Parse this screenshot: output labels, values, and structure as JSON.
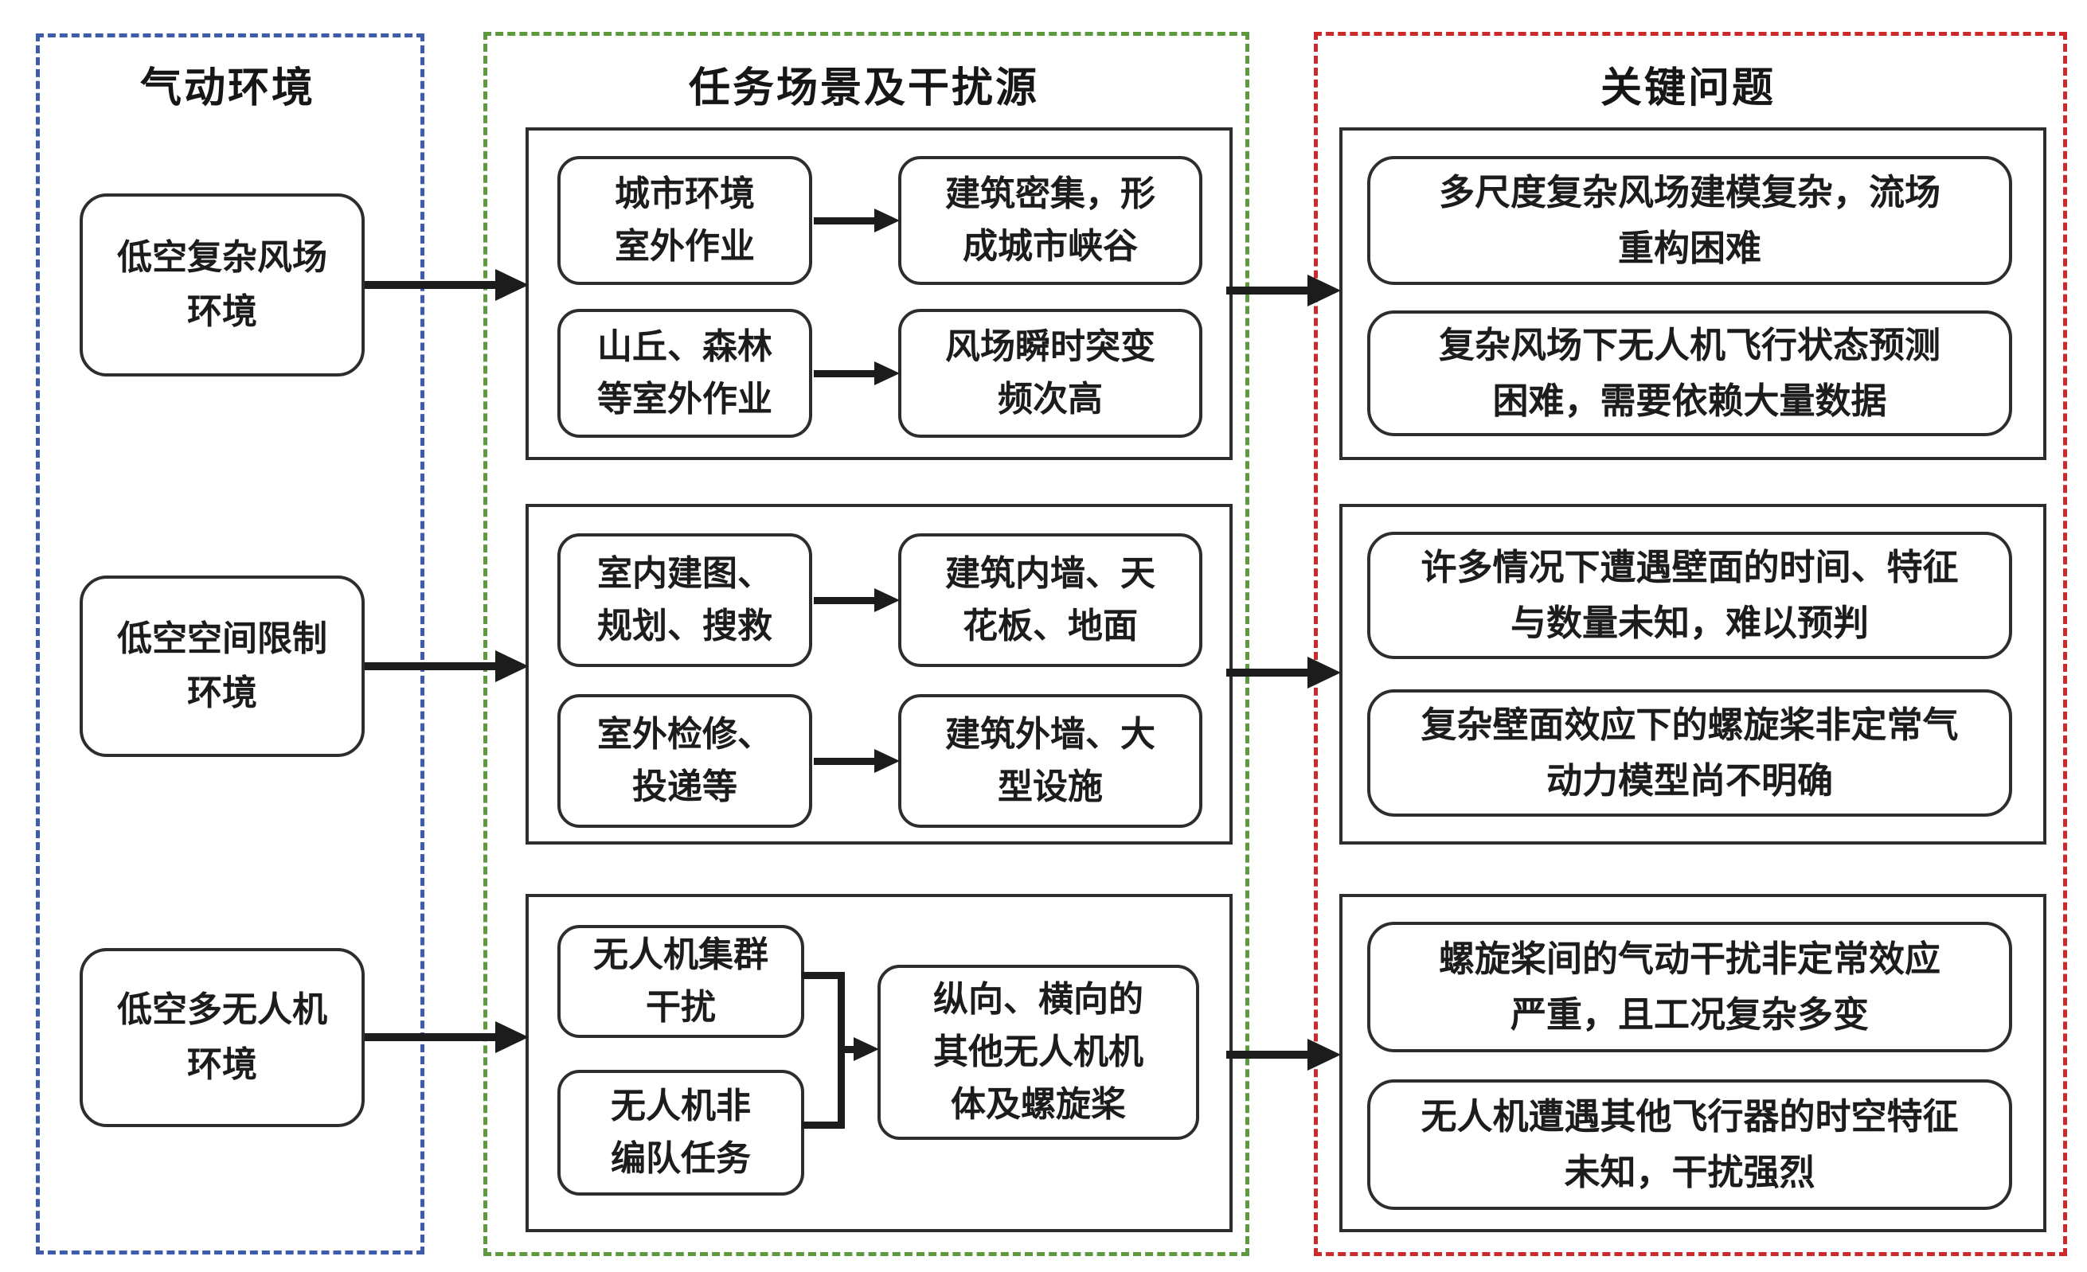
{
  "colors": {
    "aero_column_border": "#3f5bab",
    "scenario_column_border": "#5d9a3e",
    "issues_column_border": "#cc2a2a",
    "box_border": "#2d2d2d",
    "arrow": "#1c1c1c"
  },
  "columns": {
    "left": {
      "title": "气动环境",
      "boxes": [
        {
          "label": "低空复杂风场\n环境"
        },
        {
          "label": "低空空间限制\n环境"
        },
        {
          "label": "低空多无人机\n环境"
        }
      ]
    },
    "middle": {
      "title": "任务场景及干扰源",
      "group1": {
        "scenario1": "城市环境\n室外作业",
        "disturbance1": "建筑密集，形\n成城市峡谷",
        "scenario2": "山丘、森林\n等室外作业",
        "disturbance2": "风场瞬时突变\n频次高"
      },
      "group2": {
        "scenario1": "室内建图、\n规划、搜救",
        "disturbance1": "建筑内墙、天\n花板、地面",
        "scenario2": "室外检修、\n投递等",
        "disturbance2": "建筑外墙、大\n型设施"
      },
      "group3": {
        "scenario1": "无人机集群\n干扰",
        "scenario2": "无人机非\n编队任务",
        "disturbance": "纵向、横向的\n其他无人机机\n体及螺旋桨"
      }
    },
    "right": {
      "title": "关键问题",
      "group1": {
        "issue1": "多尺度复杂风场建模复杂，流场\n重构困难",
        "issue2": "复杂风场下无人机飞行状态预测\n困难，需要依赖大量数据"
      },
      "group2": {
        "issue1": "许多情况下遭遇壁面的时间、特征\n与数量未知，难以预判",
        "issue2": "复杂壁面效应下的螺旋桨非定常气\n动力模型尚不明确"
      },
      "group3": {
        "issue1": "螺旋桨间的气动干扰非定常效应\n严重，且工况复杂多变",
        "issue2": "无人机遭遇其他飞行器的时空特征\n未知，干扰强烈"
      }
    }
  }
}
